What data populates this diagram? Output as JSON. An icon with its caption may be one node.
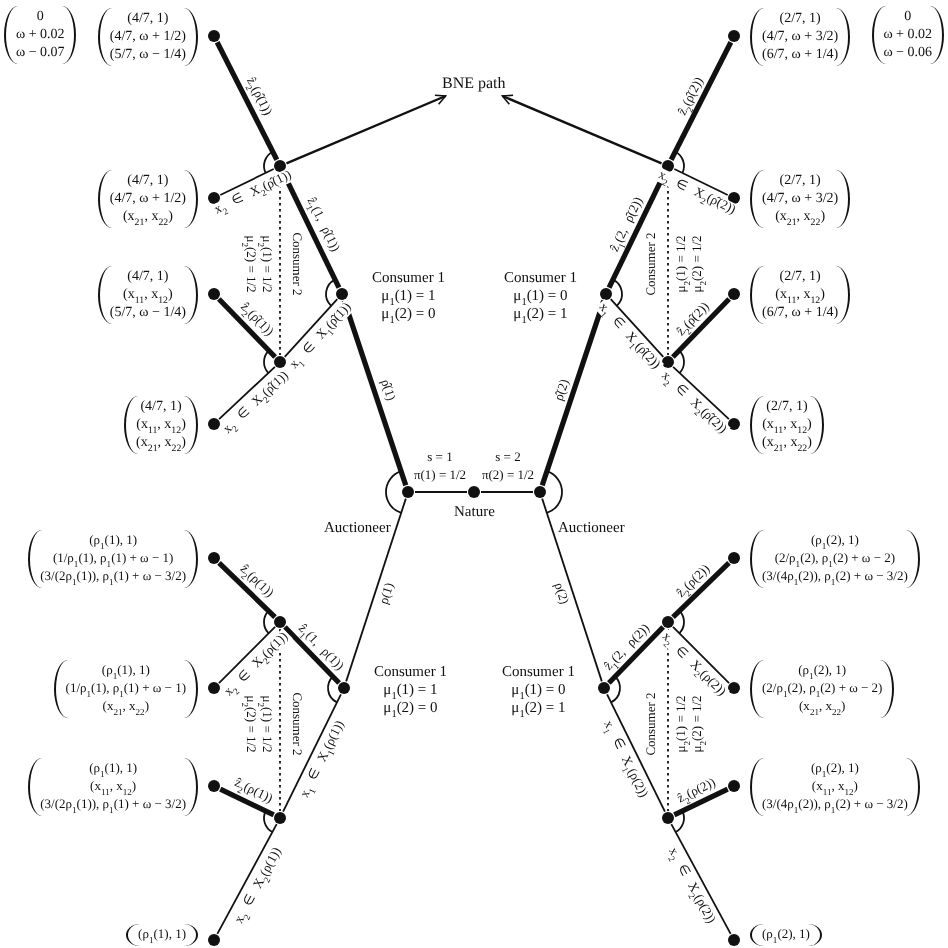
{
  "diagram": {
    "nodes": [
      {
        "text": [
          "BNE path"
        ]
      },
      {
        "text": [],
        "shape": "circle",
        "beside": [
          "(4/7, 1)",
          "(4/7, ω + 1/2)",
          "(5/7, ω − 1/4)"
        ]
      },
      {
        "text": [],
        "shape": "circle"
      },
      {
        "text": [],
        "shape": "circle",
        "beside": [
          "(4/7, 1)",
          "(4/7, ω + 1/2)",
          "(x$_{21}$, x$_{22}$)"
        ]
      },
      {
        "text": [],
        "shape": "circle",
        "beside": [
          "Consumer 1",
          "μ$_{1}$(1) = 1",
          "μ$_{1}$(2) = 0"
        ]
      },
      {
        "text": [],
        "shape": "circle",
        "beside": [
          "(4/7, 1)",
          "(x$_{11}$, x$_{12}$)",
          "(5/7, ω − 1/4)"
        ]
      },
      {
        "text": [],
        "shape": "circle"
      },
      {
        "text": [],
        "shape": "circle",
        "beside": [
          "(4/7, 1)",
          "(x$_{11}$, x$_{12}$)",
          "(x$_{21}$, x$_{22}$)"
        ]
      },
      {
        "text": [],
        "shape": "circle",
        "beside": [
          "(2/7, 1)",
          "(4/7, ω + 3/2)",
          "(6/7, ω + 1/4)"
        ]
      },
      {
        "text": [],
        "shape": "circle"
      },
      {
        "text": [],
        "shape": "circle",
        "beside": [
          "(2/7, 1)",
          "(4/7, ω + 3/2)",
          "(x$_{21}$, x$_{22}$)"
        ]
      },
      {
        "text": [],
        "shape": "circle",
        "beside": [
          "Consumer 1",
          "μ$_{1}$(1) = 0",
          "μ$_{1}$(2) = 1"
        ]
      },
      {
        "text": [],
        "shape": "circle",
        "beside": [
          "(2/7, 1)",
          "(x$_{11}$, x$_{12}$)",
          "(6/7, ω + 1/4)"
        ]
      },
      {
        "text": [],
        "shape": "circle"
      },
      {
        "text": [],
        "shape": "circle",
        "beside": [
          "(2/7, 1)",
          "(x$_{11}$, x$_{12}$)",
          "(x$_{21}$, x$_{22}$)"
        ]
      },
      {
        "text": [],
        "shape": "circle",
        "beside": [
          "Auctioneer"
        ]
      },
      {
        "text": [],
        "shape": "circle",
        "beside": [
          "Nature"
        ]
      },
      {
        "text": [],
        "shape": "circle",
        "beside": [
          "Auctioneer"
        ]
      },
      {
        "text": [],
        "shape": "circle",
        "beside": [
          "(ρ$_{1}$(1), 1)",
          "(1/ρ$_{1}$(1), ρ$_{1}$(1) + ω − 1)",
          "(3/(2ρ$_{1}$(1)), ρ$_{1}$(1) + ω − 3/2)"
        ]
      },
      {
        "text": [],
        "shape": "circle"
      },
      {
        "text": [],
        "shape": "circle",
        "beside": [
          "Consumer 1",
          "μ$_{1}$(1) = 1",
          "μ$_{1}$(2) = 0"
        ]
      },
      {
        "text": [],
        "shape": "circle",
        "beside": [
          "(ρ$_{1}$(1), 1)",
          "(1/ρ$_{1}$(1), ρ$_{1}$(1) + ω − 1)",
          "(x$_{21}$, x$_{22}$)"
        ]
      },
      {
        "text": [],
        "shape": "circle",
        "beside": [
          "(ρ$_{1}$(1), 1)",
          "(x$_{11}$, x$_{12}$)",
          "(3/(2ρ$_{1}$(1)), ρ$_{1}$(1) + ω − 3/2)"
        ]
      },
      {
        "text": [],
        "shape": "circle"
      },
      {
        "text": [],
        "shape": "circle",
        "beside": [
          "(ρ$_{1}$(1), 1)"
        ]
      },
      {
        "text": [],
        "shape": "circle",
        "beside": [
          "(ρ$_{1}$(2), 1)",
          "(2/ρ$_{1}$(2), ρ$_{1}$(2) + ω − 2)",
          "(3/(4ρ$_{1}$(2)), ρ$_{1}$(2) + ω − 3/2)"
        ]
      },
      {
        "text": [],
        "shape": "circle"
      },
      {
        "text": [],
        "shape": "circle",
        "beside": [
          "Consumer 1",
          "μ$_{1}$(1) = 0",
          "μ$_{1}$(2) = 1"
        ]
      },
      {
        "text": [],
        "shape": "circle",
        "beside": [
          "(ρ$_{1}$(2), 1)",
          "(2/ρ$_{1}$(2), ρ$_{1}$(2) + ω − 2)",
          "(x$_{21}$, x$_{22}$)"
        ]
      },
      {
        "text": [],
        "shape": "circle",
        "beside": [
          "(ρ$_{1}$(2), 1)",
          "(x$_{11}$, x$_{12}$)",
          "(3/(4ρ$_{1}$(2)), ρ$_{1}$(2) + ω − 3/2)"
        ]
      },
      {
        "text": [],
        "shape": "circle"
      },
      {
        "text": [],
        "shape": "circle",
        "beside": [
          "(ρ$_{1}$(2), 1)"
        ]
      }
    ],
    "edges": [
      {
        "from": 16,
        "to": 15,
        "arrow": "none"
      },
      {
        "from": 16,
        "to": 17,
        "arrow": "none"
      },
      {
        "from": 15,
        "to": 4,
        "arrow": "none",
        "label": "ρ̂(1)",
        "style": "thick"
      },
      {
        "from": 4,
        "to": 2,
        "arrow": "none",
        "label": "ẑ$_{1}$(1, ρ̂(1))",
        "style": "thick"
      },
      {
        "from": 2,
        "to": 1,
        "arrow": "none",
        "label": "ẑ$_{2}$(ρ̂(1))",
        "style": "thick"
      },
      {
        "from": 2,
        "to": 3,
        "arrow": "none",
        "label": "x$_{2}$ ∈ X$_{2}$(ρ̂(1))"
      },
      {
        "from": 4,
        "to": 6,
        "arrow": "none",
        "label": "x$_{1}$ ∈ X$_{1}$(ρ̂(1))"
      },
      {
        "from": 6,
        "to": 5,
        "arrow": "none",
        "label": "ẑ$_{2}$(ρ̂(1))",
        "style": "thick"
      },
      {
        "from": 6,
        "to": 7,
        "arrow": "none",
        "label": "x$_{2}$ ∈ X$_{2}$(ρ̂(1))"
      },
      {
        "from": 2,
        "to": 6,
        "arrow": "none",
        "style": "dashed"
      },
      {
        "from": 17,
        "to": 11,
        "arrow": "none",
        "label": "ρ̂(2)",
        "style": "thick"
      },
      {
        "from": 11,
        "to": 9,
        "arrow": "none",
        "label": "ẑ$_{1}$(2, ρ̂(2))",
        "style": "thick"
      },
      {
        "from": 9,
        "to": 8,
        "arrow": "none",
        "label": "ẑ$_{2}$(ρ̂(2))",
        "style": "thick"
      },
      {
        "from": 9,
        "to": 10,
        "arrow": "none",
        "label": "x$_{2}$ ∈ X$_{2}$(ρ̂(2))"
      },
      {
        "from": 11,
        "to": 13,
        "arrow": "none",
        "label": "x$_{1}$ ∈ X$_{1}$(ρ̂(2))"
      },
      {
        "from": 13,
        "to": 12,
        "arrow": "none",
        "label": "ẑ$_{2}$(ρ̂(2))",
        "style": "thick"
      },
      {
        "from": 13,
        "to": 14,
        "arrow": "none",
        "label": "x$_{2}$ ∈ X$_{2}$(ρ̂(2))"
      },
      {
        "from": 9,
        "to": 13,
        "arrow": "none",
        "style": "dashed"
      },
      {
        "from": 2,
        "to": 0,
        "arrow": "to"
      },
      {
        "from": 9,
        "to": 0,
        "arrow": "to"
      },
      {
        "from": 15,
        "to": 20,
        "arrow": "none",
        "label": "ρ(1)"
      },
      {
        "from": 20,
        "to": 19,
        "arrow": "none",
        "label": "ẑ$_{1}$(1, ρ(1))",
        "style": "thick"
      },
      {
        "from": 19,
        "to": 18,
        "arrow": "none",
        "label": "ẑ$_{2}$(ρ(1))",
        "style": "thick"
      },
      {
        "from": 19,
        "to": 21,
        "arrow": "none",
        "label": "x$_{2}$ ∈ X$_{2}$(ρ(1))"
      },
      {
        "from": 20,
        "to": 23,
        "arrow": "none",
        "label": "x$_{1}$ ∈ X$_{1}$(ρ(1))"
      },
      {
        "from": 23,
        "to": 22,
        "arrow": "none",
        "label": "ẑ$_{2}$(ρ(1))",
        "style": "thick"
      },
      {
        "from": 23,
        "to": 24,
        "arrow": "none",
        "label": "x$_{2}$ ∈ X$_{2}$(ρ(1))"
      },
      {
        "from": 19,
        "to": 23,
        "arrow": "none",
        "style": "dashed"
      },
      {
        "from": 17,
        "to": 27,
        "arrow": "none",
        "label": "ρ(2)"
      },
      {
        "from": 27,
        "to": 26,
        "arrow": "none",
        "label": "ẑ$_{1}$(2, ρ(2))",
        "style": "thick"
      },
      {
        "from": 26,
        "to": 25,
        "arrow": "none",
        "label": "ẑ$_{2}$(ρ(2))",
        "style": "thick"
      },
      {
        "from": 26,
        "to": 28,
        "arrow": "none",
        "label": "x$_{2}$ ∈ X$_{2}$(ρ(2))"
      },
      {
        "from": 27,
        "to": 30,
        "arrow": "none",
        "label": "x$_{1}$ ∈ X$_{1}$(ρ(2))"
      },
      {
        "from": 30,
        "to": 29,
        "arrow": "none",
        "label": "ẑ$_{2}$(ρ(2))",
        "style": "thick"
      },
      {
        "from": 30,
        "to": 31,
        "arrow": "none",
        "label": "x$_{2}$ ∈ X$_{2}$(ρ(2))"
      },
      {
        "from": 26,
        "to": 30,
        "arrow": "none",
        "style": "dashed"
      }
    ],
    "labels": [
      "0",
      "ω + 0.02",
      "ω − 0.07",
      "0",
      "ω + 0.02",
      "ω − 0.06",
      "s = 1",
      "π(1) = 1/2",
      "s = 2",
      "π(2) = 1/2",
      "Consumer 2",
      "μ$_{2}$(1) = 1/2",
      "μ$_{2}$(2) = 1/2",
      "Consumer 2",
      "μ$_{2}$(1) = 1/2",
      "μ$_{2}$(2) = 1/2",
      "Consumer 2",
      "μ$_{2}$(1) = 1/2",
      "μ$_{2}$(2) = 1/2",
      "Consumer 2",
      "μ$_{2}$(1) = 1/2",
      "μ$_{2}$(2) = 1/2"
    ]
  }
}
